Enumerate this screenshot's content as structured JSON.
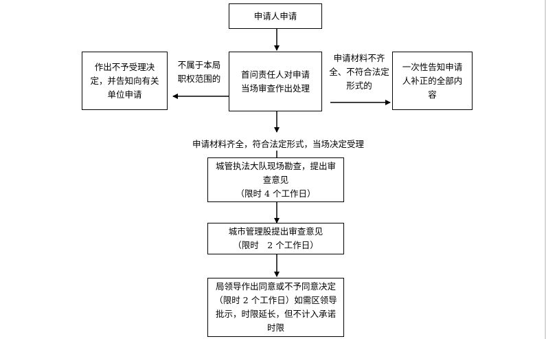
{
  "nodes": {
    "apply": "申请人申请",
    "first_officer": "首问责任人对申请当场审查作出处理",
    "reject": "作出不予受理决定，并告知向有关单位申请",
    "notify": "一次性告知申请人补正的全部内容",
    "inspect_line1": "城管执法大队现场勘查，提出审查意见",
    "inspect_line2": "（限时 4 个工作日）",
    "mgmt_line1": "城市管理股提出审查意见",
    "mgmt_line2": "（限时　2 个工作日）",
    "leader_line1": "局领导作出同意或不予同意决定（限时 2 个工作日）如需区领导批示，时限延长，但不计入承诺时限"
  },
  "edge_labels": {
    "not_in_scope": "不属于本局职权范围的",
    "incomplete": "申请材料不齐全、不符合法定形式的",
    "complete": "申请材料齐全，符合法定形式，当场决定受理"
  },
  "colors": {
    "line": "#000000",
    "background": "#ffffff"
  }
}
